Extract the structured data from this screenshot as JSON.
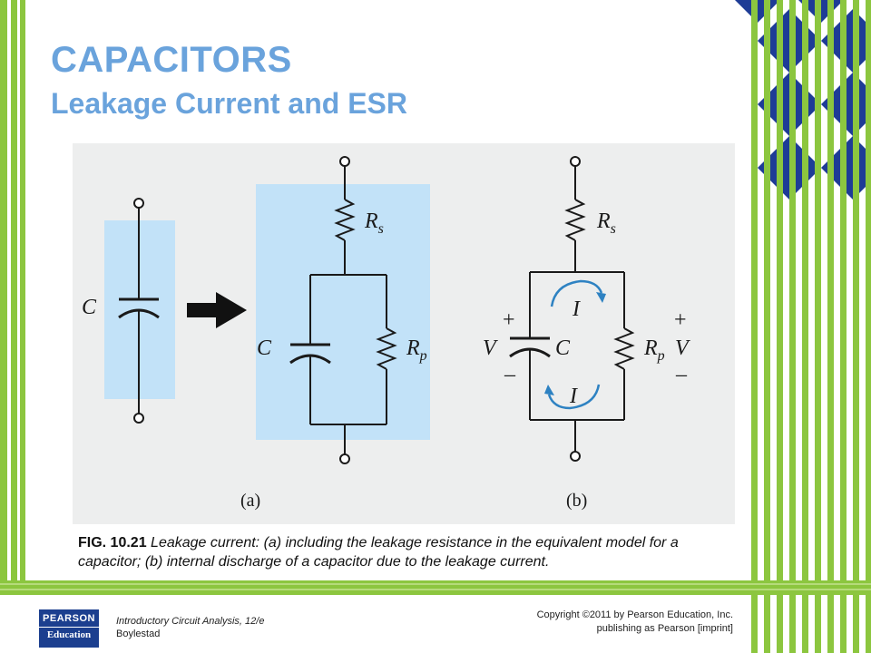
{
  "slide": {
    "title": "CAPACITORS",
    "subtitle": "Leakage Current and ESR"
  },
  "figure": {
    "panel_a_label": "(a)",
    "panel_b_label": "(b)",
    "labels": {
      "C": "C",
      "Rs_main": "R",
      "Rs_sub": "s",
      "Rp_main": "R",
      "Rp_sub": "p",
      "I": "I",
      "V": "V",
      "plus": "+",
      "minus": "–"
    },
    "colors": {
      "highlight": "#c2e2f8",
      "current_arrow": "#2e82c2",
      "wire": "#1a1a1a",
      "accent_green": "#8cc63f",
      "accent_blue": "#1e3c96"
    }
  },
  "caption": {
    "number": "FIG. 10.21",
    "text": " Leakage current: (a) including the leakage resistance in the equivalent model for a capacitor; (b) internal discharge of a capacitor due to the leakage current."
  },
  "footer": {
    "book": "Introductory Circuit Analysis, 12/e",
    "author": "Boylestad",
    "copyright": "Copyright ©2011 by Pearson Education, Inc.",
    "publishing": "publishing as Pearson [imprint]"
  },
  "logo": {
    "line1": "PEARSON",
    "line2": "Education"
  }
}
